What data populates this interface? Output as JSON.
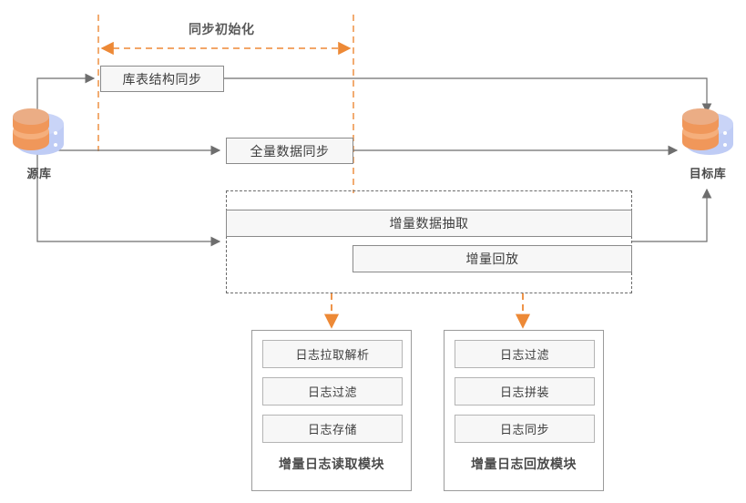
{
  "diagram": {
    "title_phase": "同步初始化",
    "source_db": {
      "label": "源库",
      "icon": "database-icon"
    },
    "target_db": {
      "label": "目标库",
      "icon": "database-icon"
    },
    "steps": [
      {
        "id": "schema-sync",
        "label": "库表结构同步"
      },
      {
        "id": "full-data-sync",
        "label": "全量数据同步"
      },
      {
        "id": "incremental-extract",
        "label": "增量数据抽取"
      },
      {
        "id": "incremental-replay",
        "label": "增量回放"
      }
    ],
    "modules": [
      {
        "id": "log-read-module",
        "title": "增量日志读取模块",
        "items": [
          "日志拉取解析",
          "日志过滤",
          "日志存储"
        ]
      },
      {
        "id": "log-replay-module",
        "title": "增量日志回放模块",
        "items": [
          "日志过滤",
          "日志拼装",
          "日志同步"
        ]
      }
    ],
    "colors": {
      "accent_orange": "#ED8936",
      "box_fill": "#F7F7F7",
      "box_border": "#8A8A8A",
      "connector": "#6E6E6E",
      "text": "#3D3D3D",
      "db_blue": "#BFCCF5",
      "db_orange": "#F0975A",
      "background": "#FFFFFF"
    }
  }
}
